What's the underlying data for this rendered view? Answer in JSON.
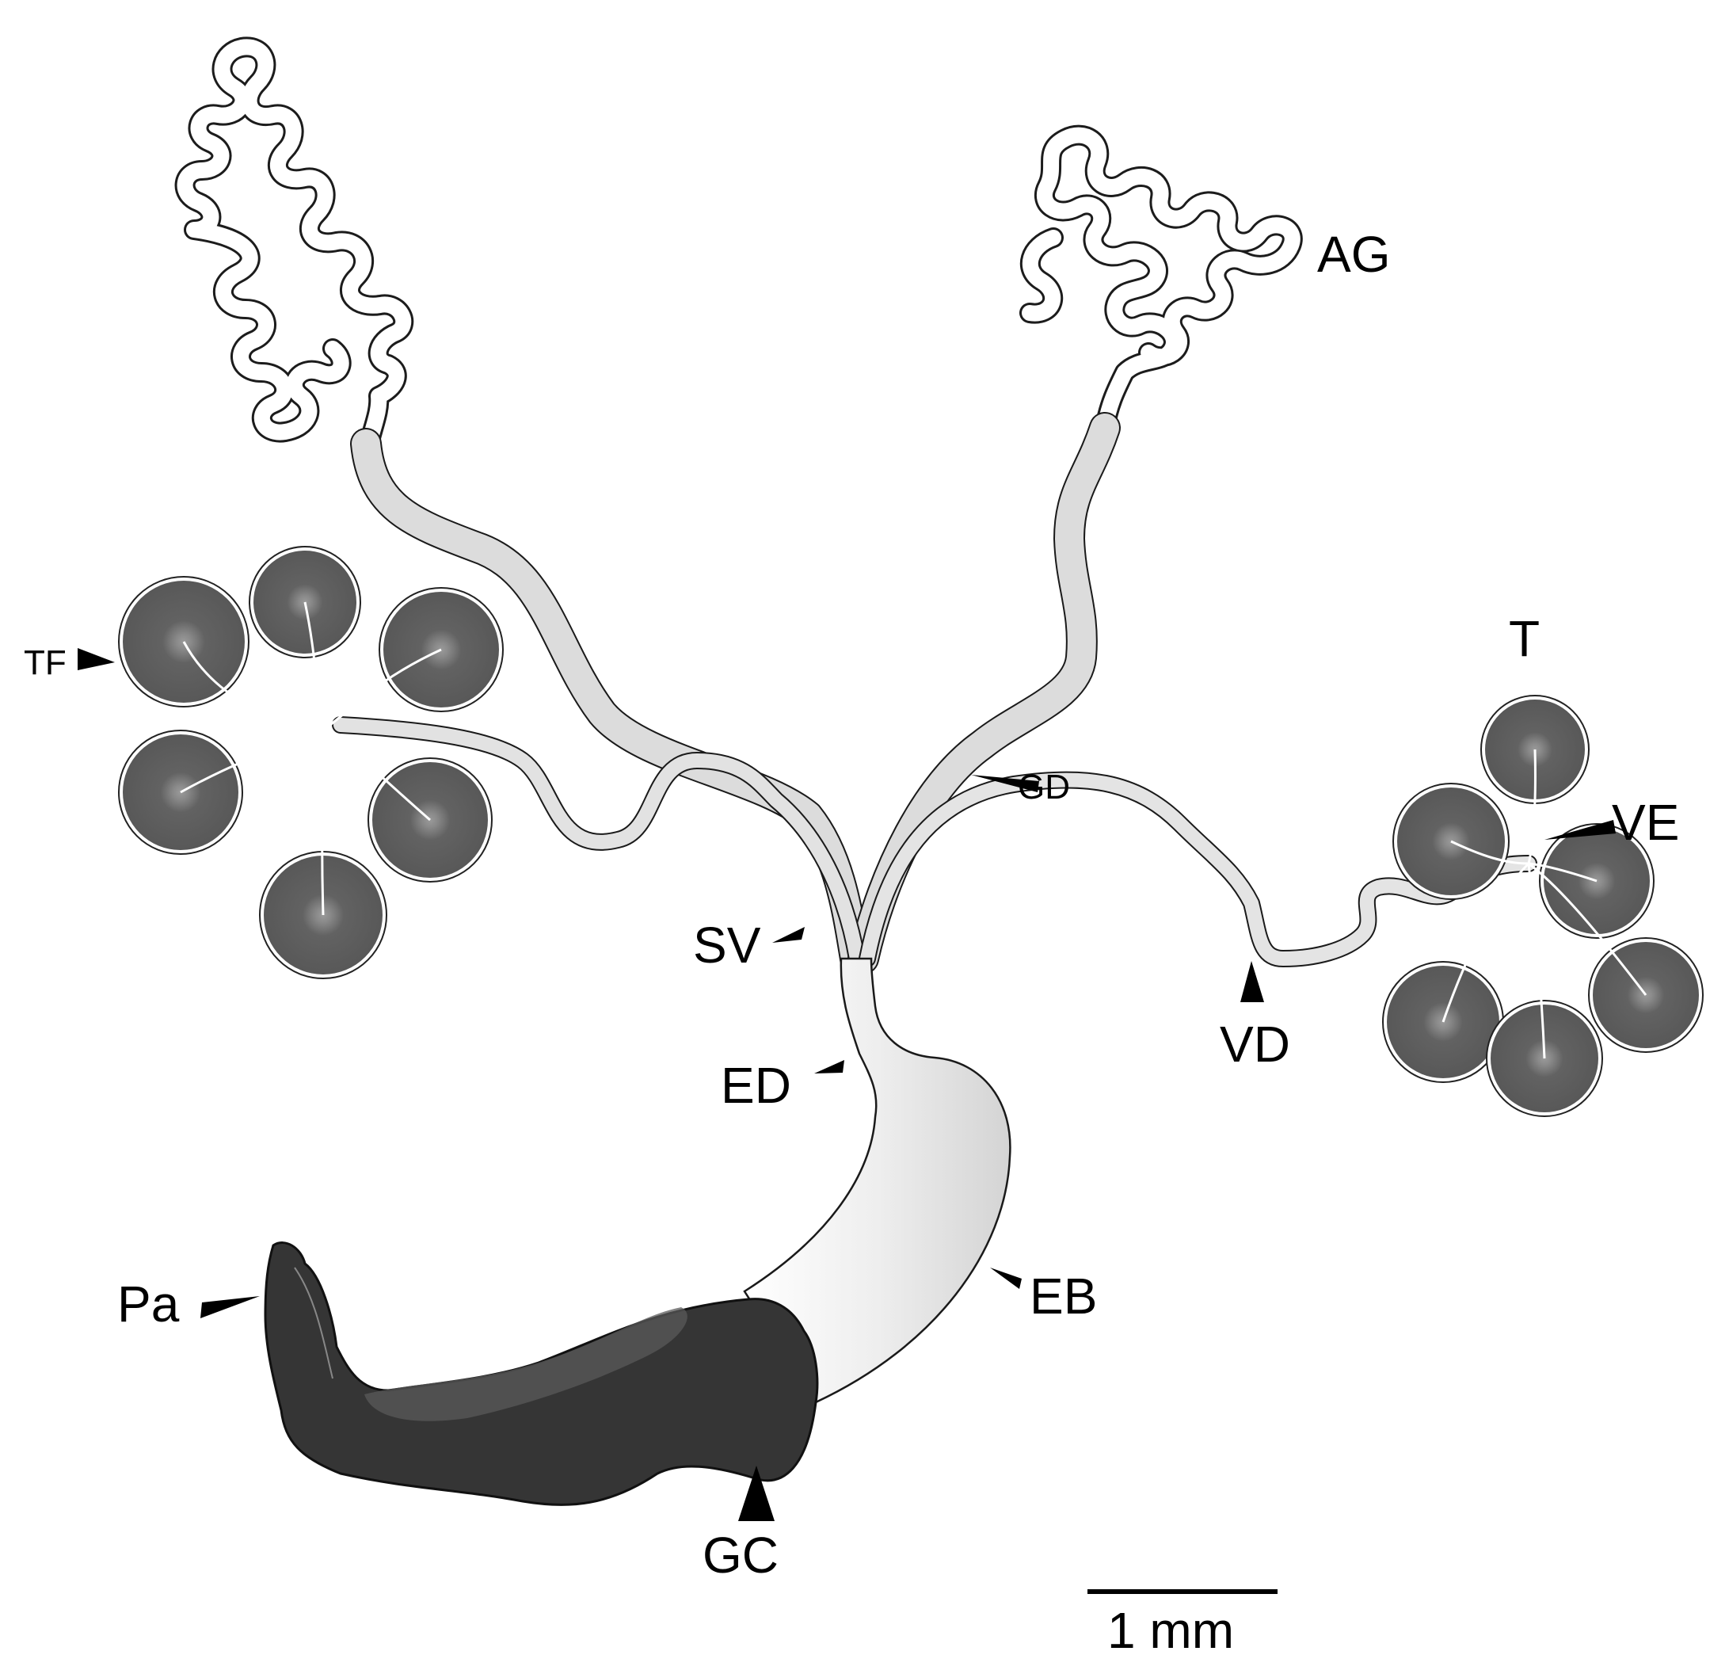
{
  "figure": {
    "labels": {
      "ag": "AG",
      "t": "T",
      "tf": "TF",
      "gd": "GD",
      "ve": "VE",
      "sv": "SV",
      "vd": "VD",
      "ed": "ED",
      "eb": "EB",
      "pa": "Pa",
      "gc": "GC"
    },
    "scale_bar": {
      "label": "1 mm"
    },
    "colors": {
      "follicle": "#5f5f5f",
      "follicle_center": "#8e8e8e",
      "aedeagus": "#363636",
      "duct_fill": "#d9d9d9",
      "bulb_fill": "#e4e4e4",
      "outline": "#1a1a1a"
    }
  }
}
